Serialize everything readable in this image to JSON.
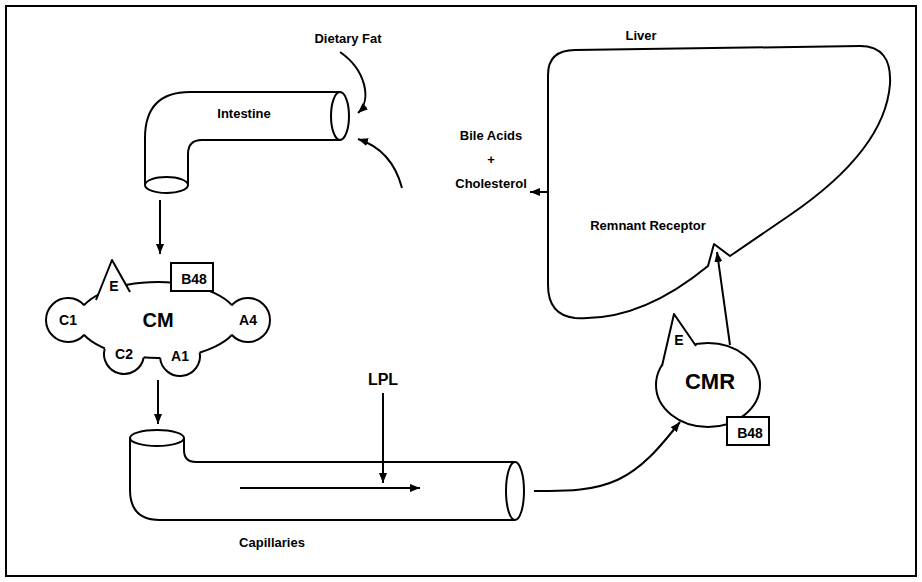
{
  "diagram": {
    "nodes": [
      {
        "text": [
          "Intestine"
        ]
      },
      {
        "text": [
          "Liver",
          "Remnant Receptor"
        ]
      },
      {
        "text": [
          "CM"
        ]
      },
      {
        "text": [
          "E"
        ],
        "in": 2
      },
      {
        "text": [
          "B48"
        ],
        "in": 2
      },
      {
        "text": [
          "C1"
        ],
        "in": 2
      },
      {
        "text": [
          "A4"
        ],
        "in": 2
      },
      {
        "text": [
          "C2"
        ],
        "in": 2
      },
      {
        "text": [
          "A1"
        ],
        "in": 2
      },
      {
        "text": [
          "Capillaries"
        ]
      },
      {
        "text": [
          "CMR"
        ]
      },
      {
        "text": [
          "E"
        ],
        "in": 10
      },
      {
        "text": [
          "B48"
        ],
        "in": 10
      }
    ],
    "edges": [
      {
        "from": 0,
        "to": 2,
        "arrow": "to"
      },
      {
        "from": 2,
        "to": 9,
        "arrow": "to"
      },
      {
        "from": 9,
        "to": 10,
        "arrow": "to"
      },
      {
        "from": 10,
        "to": 1,
        "arrow": "to"
      }
    ],
    "labels": [
      "Dietary Fat",
      "Bile Acids + Cholesterol",
      "LPL"
    ]
  }
}
